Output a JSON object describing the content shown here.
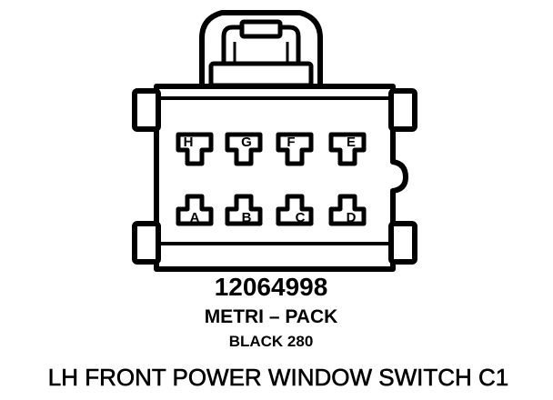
{
  "connector": {
    "pins_top_row": [
      "H",
      "G",
      "F",
      "E"
    ],
    "pins_bottom_row": [
      "A",
      "B",
      "C",
      "D"
    ],
    "part_number": "12064998",
    "series": "METRI – PACK",
    "color_size": "BLACK 280"
  },
  "caption": "LH FRONT POWER WINDOW  SWITCH C1",
  "colors": {
    "ink": "#000000",
    "background": "#ffffff"
  }
}
